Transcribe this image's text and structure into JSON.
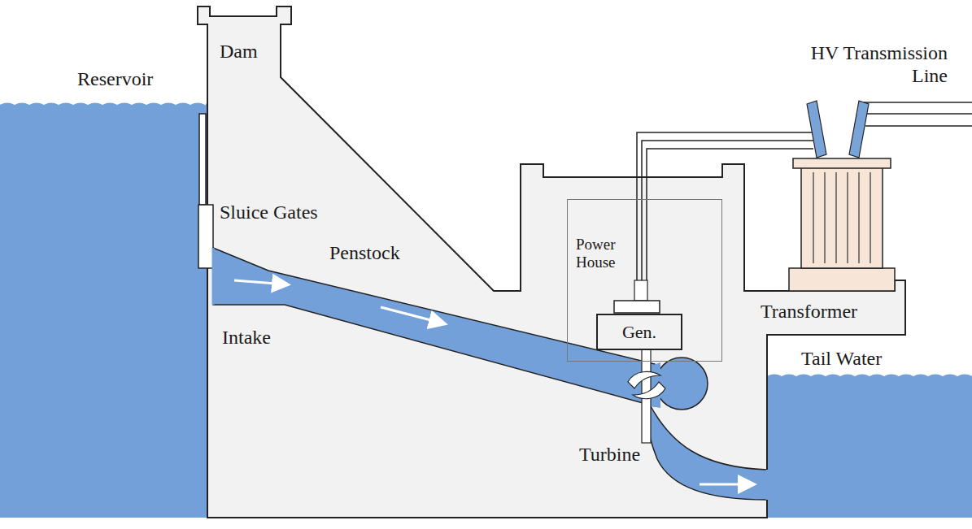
{
  "diagram": {
    "nodes": [
      {
        "text": [
          "Power House"
        ]
      },
      {
        "text": [
          "Gen."
        ],
        "in": 0
      }
    ],
    "labels": [
      "Reservoir",
      "Dam",
      "Sluice Gates",
      "Penstock",
      "Intake",
      "Turbine",
      "HV Transmission Line",
      "Transformer",
      "Tail Water"
    ]
  }
}
